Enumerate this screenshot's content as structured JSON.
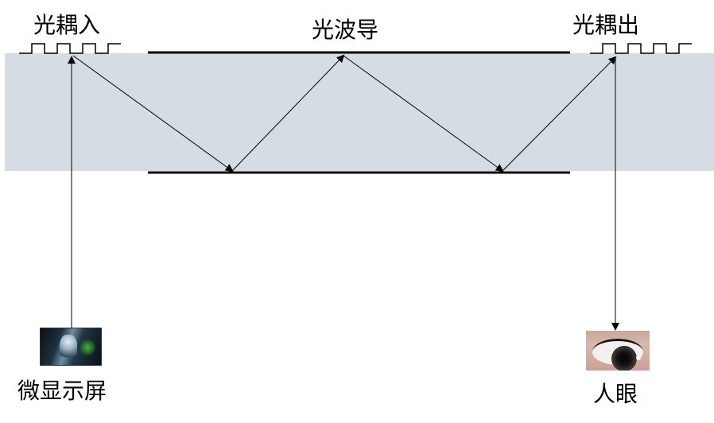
{
  "labels": {
    "coupler_in": "光耦入",
    "waveguide": "光波导",
    "coupler_out": "光耦出",
    "microdisplay": "微显示屏",
    "eye": "人眼"
  },
  "colors": {
    "waveguide_fill": "#d6dce4",
    "lines": "#000000",
    "background": "#ffffff"
  },
  "icons": {
    "microdisplay": "microdisplay-image",
    "eye": "eye-image"
  }
}
